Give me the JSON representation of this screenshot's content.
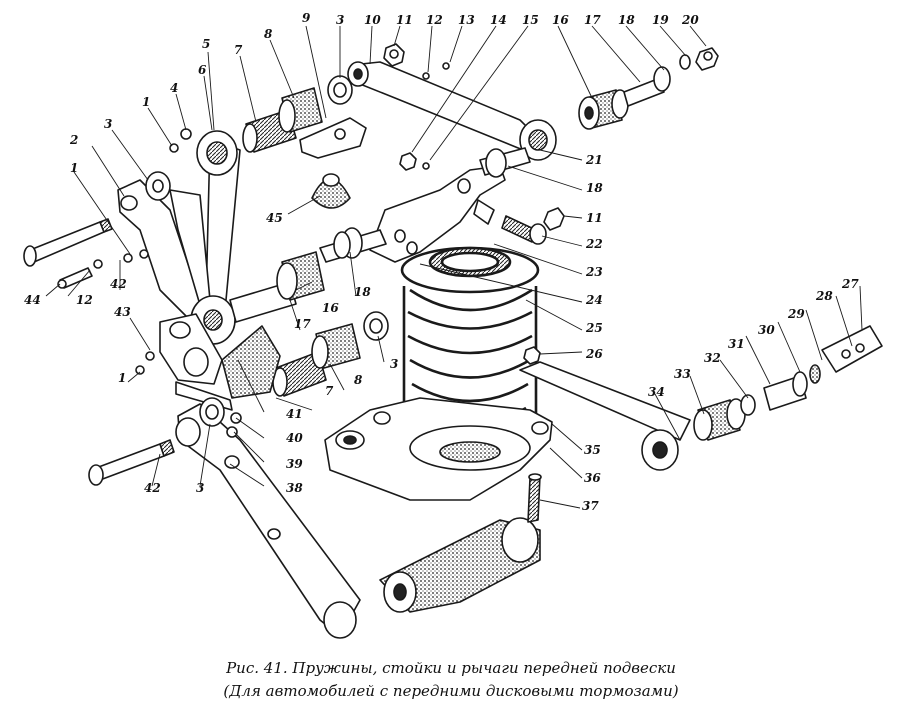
{
  "caption": {
    "line1": "Рис. 41. Пружины, стойки и рычаги передней подвески",
    "line2": "(Для автомобилей с передними дисковыми тормозами)"
  },
  "callouts": [
    "1",
    "1",
    "1",
    "2",
    "3",
    "3",
    "3",
    "3",
    "4",
    "5",
    "6",
    "7",
    "7",
    "8",
    "8",
    "9",
    "10",
    "11",
    "11",
    "12",
    "12",
    "13",
    "14",
    "15",
    "16",
    "16",
    "17",
    "17",
    "18",
    "18",
    "18",
    "19",
    "20",
    "21",
    "22",
    "23",
    "24",
    "25",
    "26",
    "27",
    "28",
    "29",
    "30",
    "31",
    "32",
    "33",
    "34",
    "35",
    "36",
    "37",
    "38",
    "39",
    "40",
    "41",
    "42",
    "42",
    "43",
    "44",
    "45"
  ],
  "colors": {
    "ink": "#1a1a1a",
    "paper": "#ffffff",
    "shade": "#9a9a9a"
  }
}
